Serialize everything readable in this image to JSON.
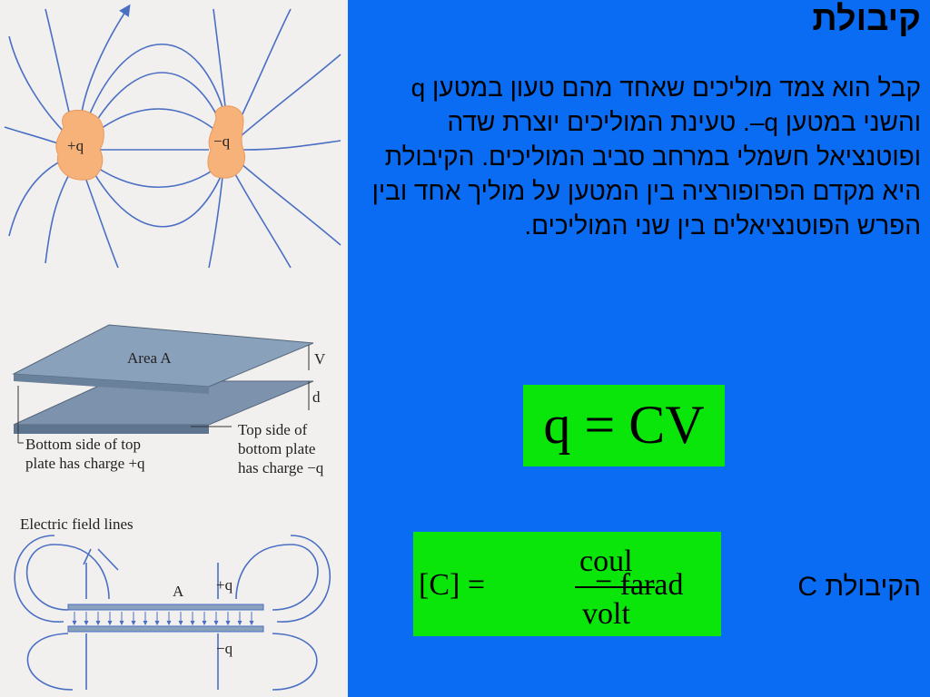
{
  "slide": {
    "title": "קיבולת",
    "paragraph": "קבל הוא צמד מוליכים שאחד מהם טעון במטען q והשני במטען q–. טעינת המוליכים יוצרת שדה ופוטנציאל חשמלי במרחב סביב המוליכים. הקיבולת היא מקדם הפרופורציה בין המטען על מוליך אחד ובין הפרש הפוטנציאלים בין שני המוליכים.",
    "formula1": "q = CV",
    "formula2": {
      "lhs": "[C] =",
      "numerator": "coul",
      "denominator": "volt",
      "rhs": "= farad"
    },
    "capacitance_label": "הקיבולת C"
  },
  "figures": {
    "dipole": {
      "plus_label": "+q",
      "minus_label": "−q"
    },
    "plates": {
      "area_label": "Area A",
      "v_label": "V",
      "d_label": "d",
      "top_side_label": "Top side of bottom plate has charge −q",
      "bottom_side_label": "Bottom side of top plate has charge +q"
    },
    "field": {
      "title": "Electric field lines",
      "a_label": "A",
      "plus_label": "+q",
      "minus_label": "−q"
    }
  },
  "colors": {
    "background": "#0a6cf2",
    "formula_box": "#0ae60a",
    "field_lines": "#4a6fc4",
    "charge": "#f7b27a"
  }
}
